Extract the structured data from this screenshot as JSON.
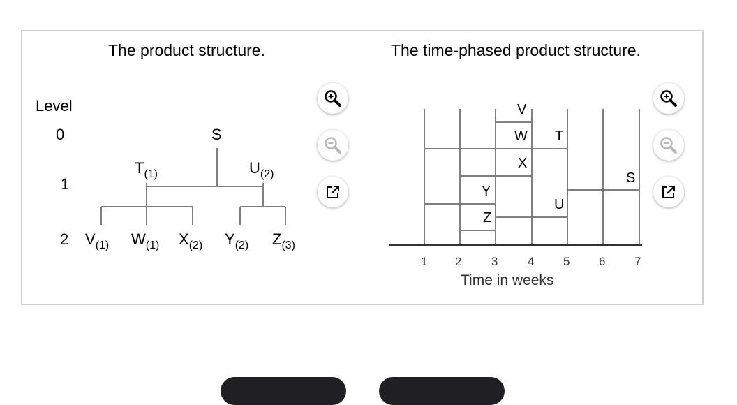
{
  "product_structure": {
    "title": "The product structure.",
    "level_header": "Level",
    "levels": [
      "0",
      "1",
      "2"
    ],
    "nodes": {
      "S": {
        "name": "S",
        "qty": ""
      },
      "T": {
        "name": "T",
        "qty": "(1)"
      },
      "U": {
        "name": "U",
        "qty": "(2)"
      },
      "V": {
        "name": "V",
        "qty": "(1)"
      },
      "W": {
        "name": "W",
        "qty": "(1)"
      },
      "X": {
        "name": "X",
        "qty": "(2)"
      },
      "Y": {
        "name": "Y",
        "qty": "(2)"
      },
      "Z": {
        "name": "Z",
        "qty": "(3)"
      }
    }
  },
  "time_phased": {
    "title": "The time-phased product structure.",
    "axis_title": "Time in weeks",
    "ticks": [
      "1",
      "2",
      "3",
      "4",
      "5",
      "6",
      "7"
    ],
    "labels": {
      "V": "V",
      "W": "W",
      "T": "T",
      "X": "X",
      "S": "S",
      "Y": "Y",
      "U": "U",
      "Z": "Z"
    }
  },
  "controls": {
    "zoom_in_icon": "zoom-in-icon",
    "zoom_out_icon": "zoom-out-icon",
    "open_external_icon": "open-external-icon"
  },
  "colors": {
    "line": "#7f7f7f",
    "frame_border": "#cfcfcf",
    "bottom_button": "#1f1f24"
  }
}
